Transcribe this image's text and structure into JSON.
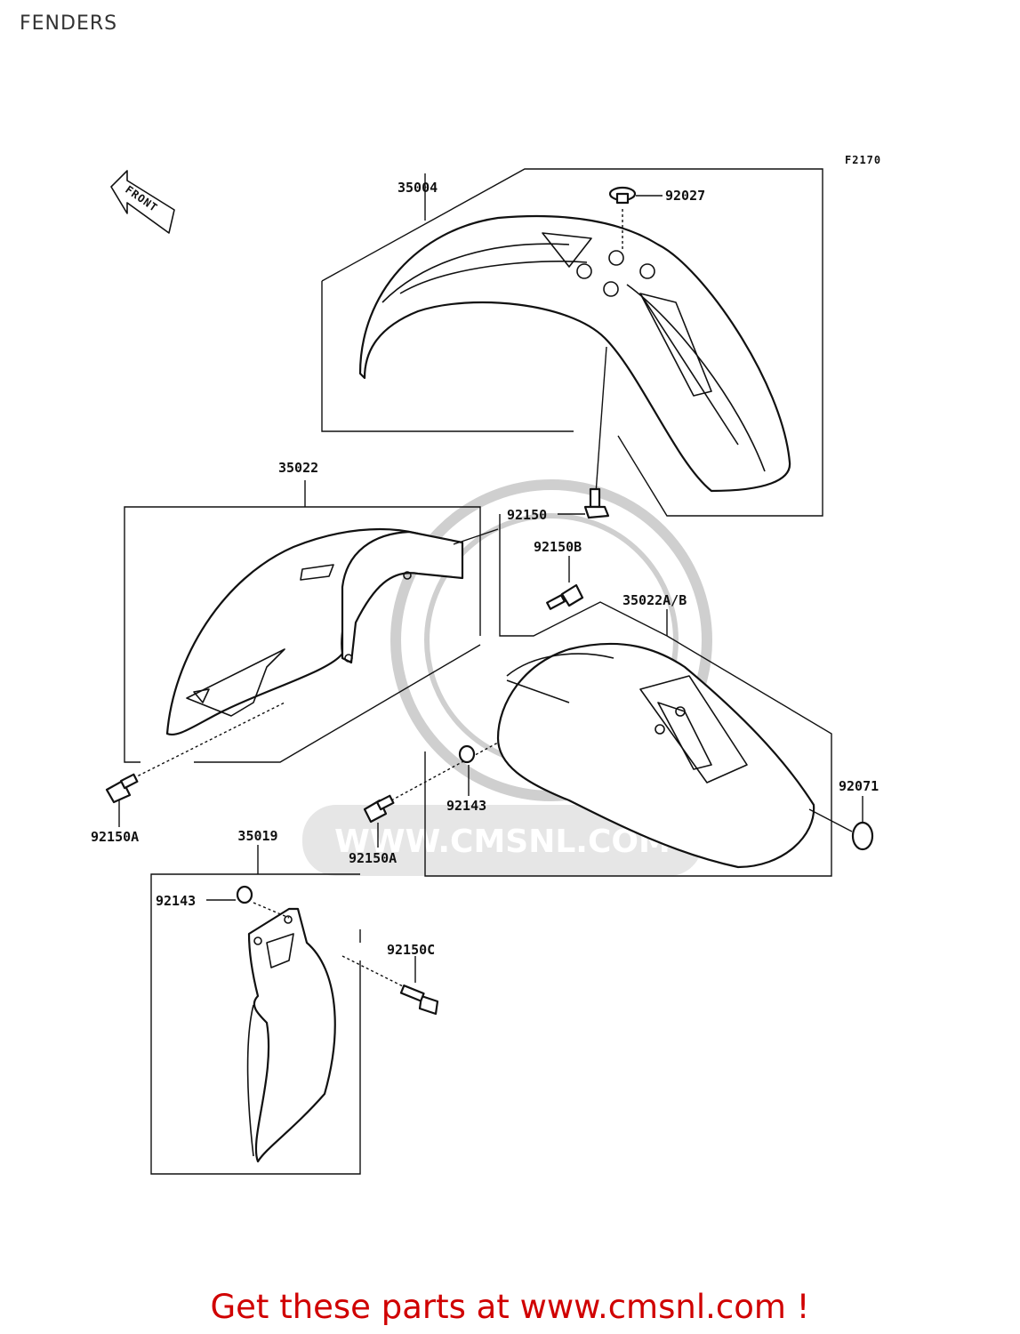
{
  "page": {
    "title": "FENDERS"
  },
  "diagram": {
    "ref_code": "F2170",
    "front_label": "FRONT",
    "watermark": "WWW.CMSNL.COM",
    "labels": {
      "p35004": "35004",
      "p92027": "92027",
      "p35022": "35022",
      "p92150": "92150",
      "p92150B": "92150B",
      "p35022AB": "35022A/B",
      "p92071": "92071",
      "p92143a": "92143",
      "p92150A_left": "92150A",
      "p92150A_mid": "92150A",
      "p35019": "35019",
      "p92143b": "92143",
      "p92150C": "92150C"
    }
  },
  "footer": {
    "promo": "Get these parts at www.cmsnl.com !"
  }
}
